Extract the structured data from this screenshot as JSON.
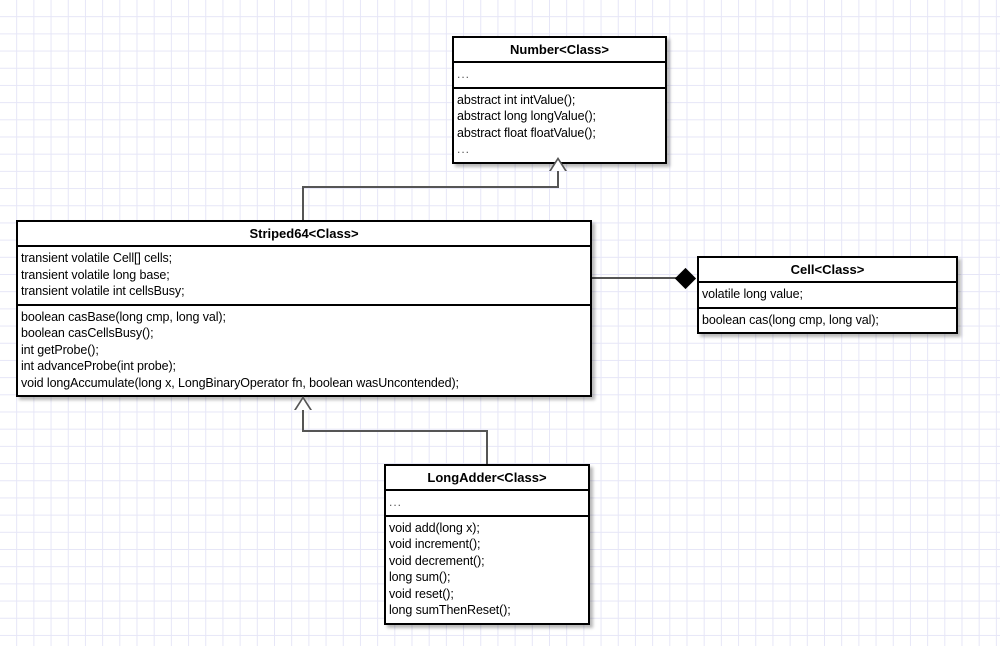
{
  "diagram": {
    "type": "uml-class-diagram",
    "title": "Striped64 / LongAdder class hierarchy",
    "background": "#ffffff",
    "grid_color": "#e6e6f7",
    "line_color": "#555555",
    "border_color": "#000000",
    "ellipsis": "..."
  },
  "classes": [
    {
      "id": "number",
      "title": "Number<Class>",
      "attributes": [
        "..."
      ],
      "operations": [
        "abstract int intValue();",
        "abstract long longValue();",
        "abstract float floatValue();",
        "..."
      ]
    },
    {
      "id": "striped64",
      "title": "Striped64<Class>",
      "attributes": [
        "transient volatile Cell[] cells;",
        "transient volatile long base;",
        "transient volatile int cellsBusy;"
      ],
      "operations": [
        "boolean casBase(long cmp, long val);",
        "boolean casCellsBusy();",
        "int getProbe();",
        "int advanceProbe(int probe);",
        "void longAccumulate(long x, LongBinaryOperator fn, boolean wasUncontended);"
      ]
    },
    {
      "id": "cell",
      "title": "Cell<Class>",
      "attributes": [
        "volatile long value;"
      ],
      "operations": [
        "boolean cas(long cmp, long val);"
      ]
    },
    {
      "id": "longadder",
      "title": "LongAdder<Class>",
      "attributes": [
        "..."
      ],
      "operations": [
        "void add(long x);",
        "void increment();",
        "void decrement();",
        "long sum();",
        "void reset();",
        "long sumThenReset();"
      ]
    }
  ],
  "relationships": [
    {
      "id": "striped64-extends-number",
      "kind": "generalization",
      "from": "striped64",
      "to": "number",
      "marker": "hollow-triangle"
    },
    {
      "id": "longadder-extends-striped64",
      "kind": "generalization",
      "from": "longadder",
      "to": "striped64",
      "marker": "hollow-triangle"
    },
    {
      "id": "striped64-composes-cell",
      "kind": "composition",
      "from": "striped64",
      "to": "cell",
      "marker": "filled-diamond"
    }
  ]
}
